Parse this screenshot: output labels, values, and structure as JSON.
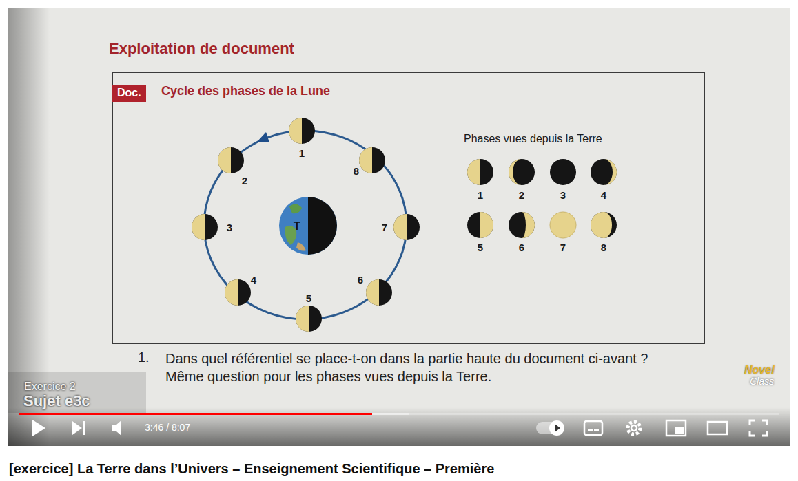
{
  "diagram": {
    "title": "Exploitation de document",
    "caption": "[exercice] La Terre dans l’Univers – Enseignement Scientifique – Première",
    "nodes": [
      {
        "text": [
          "Cycle des phases de la Lune"
        ]
      },
      {
        "text": [
          "Doc."
        ],
        "in": 0
      },
      {
        "text": [
          "T"
        ],
        "in": 0
      }
    ],
    "labels": [
      "1",
      "2",
      "3",
      "4",
      "5",
      "6",
      "7",
      "8",
      "Phases vues depuis la Terre",
      "1",
      "2",
      "3",
      "4",
      "5",
      "6",
      "7",
      "8",
      "1.",
      "Dans quel référentiel se place-t-on dans la partie haute du document ci-avant ? Même question pour les phases vues depuis la Terre.",
      "Exercice 2",
      "Sujet e3c",
      "3:46 / 8:07",
      "Novel",
      "Class"
    ]
  }
}
